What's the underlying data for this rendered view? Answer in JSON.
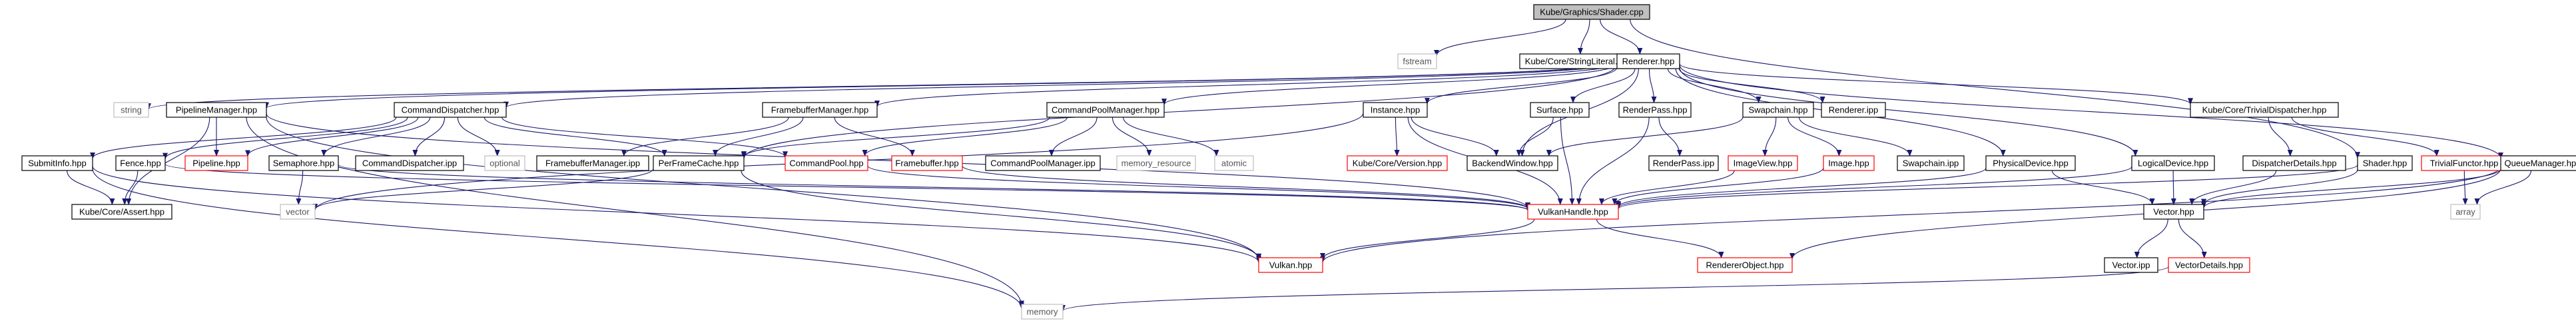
{
  "graph": {
    "edge_color": "#191970",
    "root_fill": "#bfbfbf",
    "missing_border": "#ff0000",
    "system_border": "#bfbfbf",
    "nodes": [
      {
        "id": "shader_cpp",
        "label": "Kube/Graphics/Shader.cpp",
        "kind": "root"
      },
      {
        "id": "fstream",
        "label": "fstream",
        "kind": "sys"
      },
      {
        "id": "stringliteral",
        "label": "Kube/Core/StringLiteral.hpp",
        "kind": "doc"
      },
      {
        "id": "renderer_hpp",
        "label": "Renderer.hpp",
        "kind": "doc"
      },
      {
        "id": "string",
        "label": "string",
        "kind": "sys"
      },
      {
        "id": "pipelinemanager",
        "label": "PipelineManager.hpp",
        "kind": "doc"
      },
      {
        "id": "commanddispatcher",
        "label": "CommandDispatcher.hpp",
        "kind": "doc"
      },
      {
        "id": "framebuffermanager_hpp",
        "label": "FramebufferManager.hpp",
        "kind": "doc"
      },
      {
        "id": "commandpoolmanager_hpp",
        "label": "CommandPoolManager.hpp",
        "kind": "doc"
      },
      {
        "id": "instance",
        "label": "Instance.hpp",
        "kind": "doc"
      },
      {
        "id": "surface",
        "label": "Surface.hpp",
        "kind": "doc"
      },
      {
        "id": "renderpass_hpp",
        "label": "RenderPass.hpp",
        "kind": "doc"
      },
      {
        "id": "swapchain_hpp",
        "label": "Swapchain.hpp",
        "kind": "doc"
      },
      {
        "id": "renderer_ipp",
        "label": "Renderer.ipp",
        "kind": "doc"
      },
      {
        "id": "trivialdispatcher",
        "label": "Kube/Core/TrivialDispatcher.hpp",
        "kind": "doc"
      },
      {
        "id": "submitinfo",
        "label": "SubmitInfo.hpp",
        "kind": "doc"
      },
      {
        "id": "fence",
        "label": "Fence.hpp",
        "kind": "doc"
      },
      {
        "id": "pipeline",
        "label": "Pipeline.hpp",
        "kind": "missing"
      },
      {
        "id": "semaphore",
        "label": "Semaphore.hpp",
        "kind": "doc"
      },
      {
        "id": "commanddispatcher_ipp",
        "label": "CommandDispatcher.ipp",
        "kind": "doc"
      },
      {
        "id": "optional",
        "label": "optional",
        "kind": "sys"
      },
      {
        "id": "framebuffermanager_ipp",
        "label": "FramebufferManager.ipp",
        "kind": "doc"
      },
      {
        "id": "perframecache",
        "label": "PerFrameCache.hpp",
        "kind": "doc"
      },
      {
        "id": "commandpool",
        "label": "CommandPool.hpp",
        "kind": "missing"
      },
      {
        "id": "framebuffer",
        "label": "Framebuffer.hpp",
        "kind": "missing"
      },
      {
        "id": "commandpoolmanager_ipp",
        "label": "CommandPoolManager.ipp",
        "kind": "doc"
      },
      {
        "id": "memory_resource",
        "label": "memory_resource",
        "kind": "sys"
      },
      {
        "id": "atomic",
        "label": "atomic",
        "kind": "sys"
      },
      {
        "id": "version",
        "label": "Kube/Core/Version.hpp",
        "kind": "missing"
      },
      {
        "id": "backendwindow",
        "label": "BackendWindow.hpp",
        "kind": "doc"
      },
      {
        "id": "renderpass_ipp",
        "label": "RenderPass.ipp",
        "kind": "doc"
      },
      {
        "id": "imageview",
        "label": "ImageView.hpp",
        "kind": "missing"
      },
      {
        "id": "image",
        "label": "Image.hpp",
        "kind": "missing"
      },
      {
        "id": "swapchain_ipp",
        "label": "Swapchain.ipp",
        "kind": "doc"
      },
      {
        "id": "physicaldevice",
        "label": "PhysicalDevice.hpp",
        "kind": "doc"
      },
      {
        "id": "logicaldevice",
        "label": "LogicalDevice.hpp",
        "kind": "doc"
      },
      {
        "id": "dispatcherdetails",
        "label": "DispatcherDetails.hpp",
        "kind": "doc"
      },
      {
        "id": "shader_hpp",
        "label": "Shader.hpp",
        "kind": "doc"
      },
      {
        "id": "trivialfunctor",
        "label": "TrivialFunctor.hpp",
        "kind": "missing"
      },
      {
        "id": "queuemanager",
        "label": "QueueManager.hpp",
        "kind": "doc"
      },
      {
        "id": "assert",
        "label": "Kube/Core/Assert.hpp",
        "kind": "doc"
      },
      {
        "id": "vector_std",
        "label": "vector",
        "kind": "sys"
      },
      {
        "id": "vulkanhandle",
        "label": "VulkanHandle.hpp",
        "kind": "missing"
      },
      {
        "id": "vector_hpp",
        "label": "Vector.hpp",
        "kind": "doc"
      },
      {
        "id": "array",
        "label": "array",
        "kind": "sys"
      },
      {
        "id": "vulkan",
        "label": "Vulkan.hpp",
        "kind": "missing"
      },
      {
        "id": "rendererobject",
        "label": "RendererObject.hpp",
        "kind": "missing"
      },
      {
        "id": "vector_ipp",
        "label": "Vector.ipp",
        "kind": "doc"
      },
      {
        "id": "vectordetails",
        "label": "VectorDetails.hpp",
        "kind": "missing"
      },
      {
        "id": "memory",
        "label": "memory",
        "kind": "sys"
      }
    ],
    "edges": [
      [
        "shader_cpp",
        "fstream"
      ],
      [
        "shader_cpp",
        "stringliteral"
      ],
      [
        "shader_cpp",
        "renderer_hpp"
      ],
      [
        "shader_cpp",
        "shader_hpp"
      ],
      [
        "renderer_hpp",
        "string"
      ],
      [
        "renderer_hpp",
        "pipelinemanager"
      ],
      [
        "renderer_hpp",
        "commanddispatcher"
      ],
      [
        "renderer_hpp",
        "framebuffermanager_hpp"
      ],
      [
        "renderer_hpp",
        "commandpoolmanager_hpp"
      ],
      [
        "renderer_hpp",
        "instance"
      ],
      [
        "renderer_hpp",
        "surface"
      ],
      [
        "renderer_hpp",
        "renderpass_hpp"
      ],
      [
        "renderer_hpp",
        "swapchain_hpp"
      ],
      [
        "renderer_hpp",
        "renderer_ipp"
      ],
      [
        "renderer_hpp",
        "trivialdispatcher"
      ],
      [
        "renderer_hpp",
        "physicaldevice"
      ],
      [
        "renderer_hpp",
        "logicaldevice"
      ],
      [
        "renderer_hpp",
        "queuemanager"
      ],
      [
        "renderer_hpp",
        "perframecache"
      ],
      [
        "renderer_hpp",
        "backendwindow"
      ],
      [
        "pipelinemanager",
        "pipeline"
      ],
      [
        "pipelinemanager",
        "assert"
      ],
      [
        "pipelinemanager",
        "vulkanhandle"
      ],
      [
        "pipelinemanager",
        "vulkan"
      ],
      [
        "commanddispatcher",
        "submitinfo"
      ],
      [
        "commanddispatcher",
        "fence"
      ],
      [
        "commanddispatcher",
        "pipeline"
      ],
      [
        "commanddispatcher",
        "semaphore"
      ],
      [
        "commanddispatcher",
        "commanddispatcher_ipp"
      ],
      [
        "commanddispatcher",
        "optional"
      ],
      [
        "commanddispatcher",
        "perframecache"
      ],
      [
        "commanddispatcher",
        "commandpool"
      ],
      [
        "framebuffermanager_hpp",
        "framebuffermanager_ipp"
      ],
      [
        "framebuffermanager_hpp",
        "perframecache"
      ],
      [
        "framebuffermanager_hpp",
        "framebuffer"
      ],
      [
        "commandpoolmanager_hpp",
        "perframecache"
      ],
      [
        "commandpoolmanager_hpp",
        "commandpool"
      ],
      [
        "commandpoolmanager_hpp",
        "commandpoolmanager_ipp"
      ],
      [
        "commandpoolmanager_hpp",
        "memory_resource"
      ],
      [
        "commandpoolmanager_hpp",
        "atomic"
      ],
      [
        "instance",
        "version"
      ],
      [
        "instance",
        "backendwindow"
      ],
      [
        "instance",
        "vulkanhandle"
      ],
      [
        "instance",
        "vector_std"
      ],
      [
        "surface",
        "backendwindow"
      ],
      [
        "surface",
        "vulkanhandle"
      ],
      [
        "renderpass_hpp",
        "renderpass_ipp"
      ],
      [
        "renderpass_hpp",
        "vulkanhandle"
      ],
      [
        "swapchain_hpp",
        "imageview"
      ],
      [
        "swapchain_hpp",
        "image"
      ],
      [
        "swapchain_hpp",
        "swapchain_ipp"
      ],
      [
        "swapchain_hpp",
        "backendwindow"
      ],
      [
        "imageview",
        "vulkanhandle"
      ],
      [
        "image",
        "vulkanhandle"
      ],
      [
        "physicaldevice",
        "vulkanhandle"
      ],
      [
        "physicaldevice",
        "vector_hpp"
      ],
      [
        "logicaldevice",
        "vulkanhandle"
      ],
      [
        "logicaldevice",
        "vector_hpp"
      ],
      [
        "trivialdispatcher",
        "dispatcherdetails"
      ],
      [
        "trivialdispatcher",
        "trivialfunctor"
      ],
      [
        "dispatcherdetails",
        "vector_hpp"
      ],
      [
        "trivialfunctor",
        "array"
      ],
      [
        "shader_hpp",
        "vulkanhandle"
      ],
      [
        "shader_hpp",
        "vector_hpp"
      ],
      [
        "queuemanager",
        "vector_hpp"
      ],
      [
        "queuemanager",
        "array"
      ],
      [
        "queuemanager",
        "vulkan"
      ],
      [
        "queuemanager",
        "rendererobject"
      ],
      [
        "submitinfo",
        "assert"
      ],
      [
        "submitinfo",
        "vulkan"
      ],
      [
        "fence",
        "assert"
      ],
      [
        "fence",
        "vulkanhandle"
      ],
      [
        "semaphore",
        "vector_std"
      ],
      [
        "semaphore",
        "vulkanhandle"
      ],
      [
        "perframecache",
        "vector_std"
      ],
      [
        "perframecache",
        "vulkan"
      ],
      [
        "framebuffer",
        "vulkanhandle"
      ],
      [
        "commandpool",
        "vulkanhandle"
      ],
      [
        "vulkanhandle",
        "vulkan"
      ],
      [
        "vulkanhandle",
        "rendererobject"
      ],
      [
        "vector_hpp",
        "vector_ipp"
      ],
      [
        "vector_hpp",
        "vectordetails"
      ],
      [
        "vectordetails",
        "memory"
      ],
      [
        "pipelinemanager",
        "memory"
      ],
      [
        "submitinfo",
        "memory"
      ]
    ]
  }
}
